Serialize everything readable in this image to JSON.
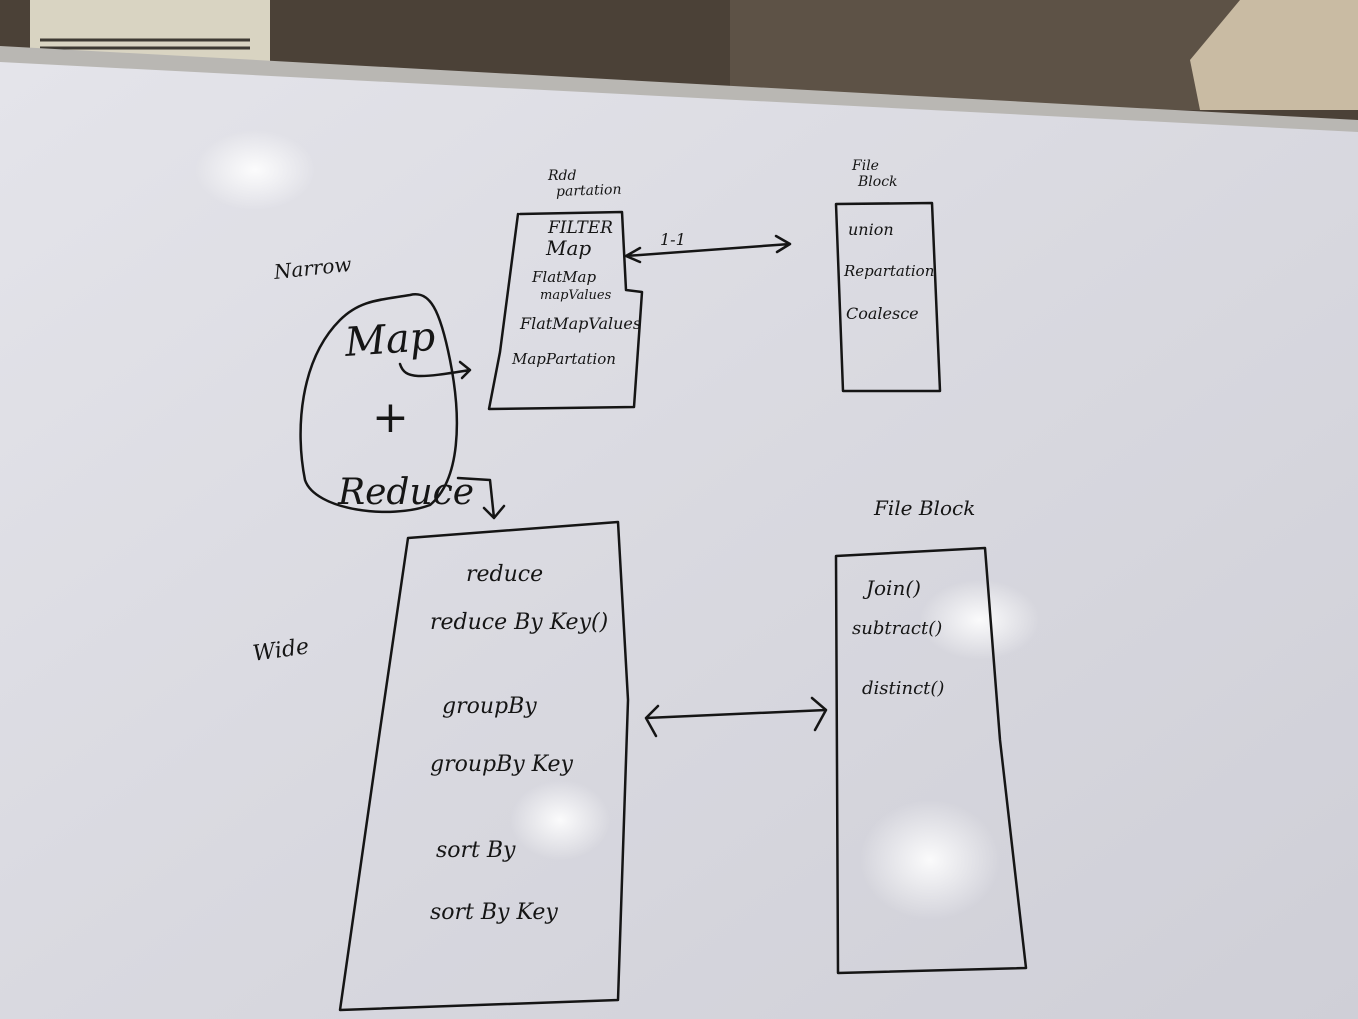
{
  "board": {
    "narrow_label": "Narrow",
    "wide_label": "Wide",
    "bubble": {
      "map": "Map",
      "plus": "+",
      "reduce": "Reduce"
    },
    "top_left_header": [
      "Rdd",
      "partation"
    ],
    "top_left_ops": [
      "FILTER",
      "Map",
      "FlatMap",
      "mapValues",
      "FlatMapValues",
      "MapPartation"
    ],
    "top_arrow_label": "1-1",
    "top_right_header": [
      "File",
      "Block"
    ],
    "top_right_ops": [
      "union",
      "Repartation",
      "Coalesce"
    ],
    "bottom_right_header": "File Block",
    "bottom_left_ops": [
      "reduce",
      "reduce By Key()",
      "groupBy",
      "groupBy Key",
      "sort By",
      "sort By Key"
    ],
    "bottom_right_ops": [
      "Join()",
      "subtract()",
      "distinct()"
    ]
  },
  "colors": {
    "board": "#dcdce4",
    "frame": "#b9b7b3",
    "ink": "#151515",
    "background": "#4a4038"
  }
}
